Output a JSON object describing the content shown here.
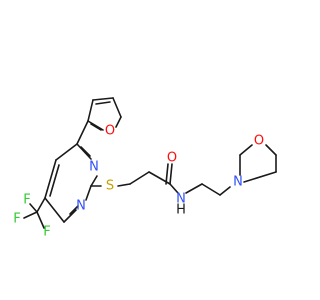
{
  "molecule": {
    "colors": {
      "bond": "#1a1a1a",
      "oxygen": "#ff0d0d",
      "nitrogen": "#3050f8",
      "sulfur": "#c8a000",
      "fluorine": "#33cc33",
      "hydrogen": "#1a1a1a"
    },
    "atoms": {
      "o_furan": "O",
      "n_pyr_top": "N",
      "n_pyr_bottom": "N",
      "s_thio": "S",
      "o_carbonyl": "O",
      "n_amide": "N",
      "h_amide": "H",
      "n_morph": "N",
      "o_morph": "O",
      "f_top": "F",
      "f_left": "F",
      "f_bottom": "F"
    }
  }
}
